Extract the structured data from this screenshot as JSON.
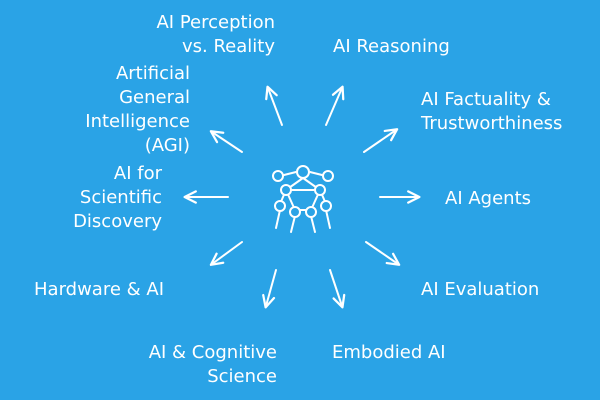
{
  "diagram": {
    "hub_icon": "network-atom-icon",
    "background_color": "#2aa3e6",
    "text_color": "#ffffff",
    "topics": [
      {
        "id": "perception",
        "lines": [
          "AI Perception",
          "vs. Reality"
        ]
      },
      {
        "id": "reasoning",
        "lines": [
          "AI Reasoning"
        ]
      },
      {
        "id": "agi",
        "lines": [
          "Artificial",
          "General",
          "Intelligence",
          "(AGI)"
        ]
      },
      {
        "id": "factuality",
        "lines": [
          "AI Factuality &",
          "Trustworthiness"
        ]
      },
      {
        "id": "scientific",
        "lines": [
          "AI for",
          "Scientific",
          "Discovery"
        ]
      },
      {
        "id": "agents",
        "lines": [
          "AI Agents"
        ]
      },
      {
        "id": "hardware",
        "lines": [
          "Hardware & AI"
        ]
      },
      {
        "id": "evaluation",
        "lines": [
          "AI Evaluation"
        ]
      },
      {
        "id": "cognitive",
        "lines": [
          "AI & Cognitive",
          "Science"
        ]
      },
      {
        "id": "embodied",
        "lines": [
          "Embodied AI"
        ]
      }
    ]
  }
}
